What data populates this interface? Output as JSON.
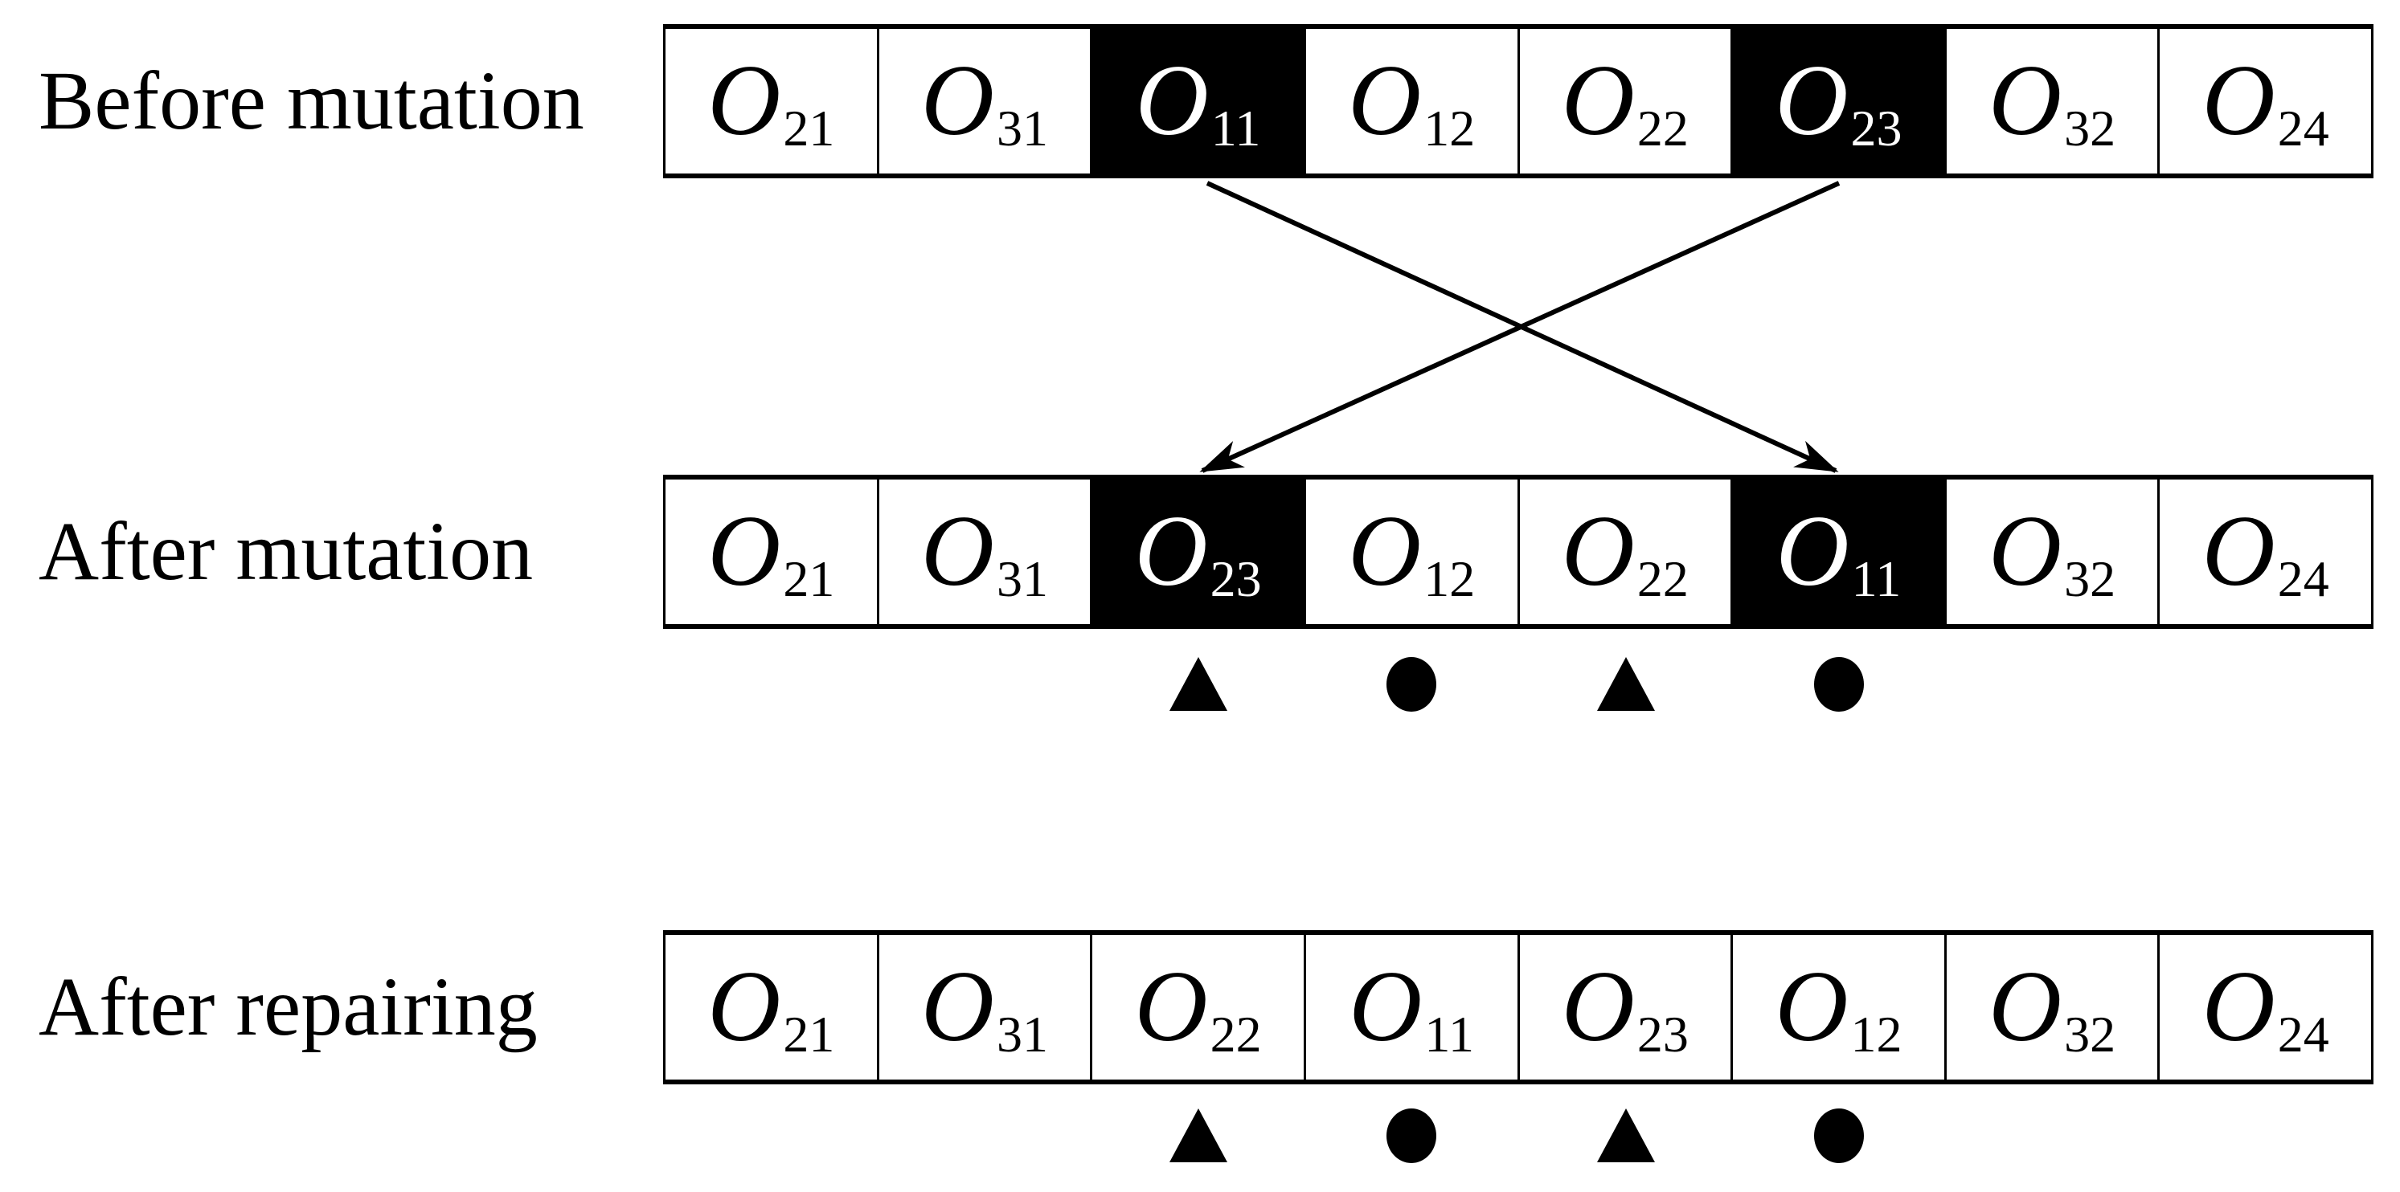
{
  "figure": {
    "background_color": "#ffffff",
    "ink_color": "#000000",
    "highlight_background": "#000000",
    "highlight_text_color": "#ffffff"
  },
  "rows": [
    {
      "label": "Before mutation",
      "cells": [
        {
          "base": "O",
          "sub": "21",
          "highlighted": false
        },
        {
          "base": "O",
          "sub": "31",
          "highlighted": false
        },
        {
          "base": "O",
          "sub": "11",
          "highlighted": true
        },
        {
          "base": "O",
          "sub": "12",
          "highlighted": false
        },
        {
          "base": "O",
          "sub": "22",
          "highlighted": false
        },
        {
          "base": "O",
          "sub": "23",
          "highlighted": true
        },
        {
          "base": "O",
          "sub": "32",
          "highlighted": false
        },
        {
          "base": "O",
          "sub": "24",
          "highlighted": false
        }
      ],
      "markers": []
    },
    {
      "label": "After mutation",
      "cells": [
        {
          "base": "O",
          "sub": "21",
          "highlighted": false
        },
        {
          "base": "O",
          "sub": "31",
          "highlighted": false
        },
        {
          "base": "O",
          "sub": "23",
          "highlighted": true
        },
        {
          "base": "O",
          "sub": "12",
          "highlighted": false
        },
        {
          "base": "O",
          "sub": "22",
          "highlighted": false
        },
        {
          "base": "O",
          "sub": "11",
          "highlighted": true
        },
        {
          "base": "O",
          "sub": "32",
          "highlighted": false
        },
        {
          "base": "O",
          "sub": "24",
          "highlighted": false
        }
      ],
      "markers": [
        "triangle",
        "circle",
        "triangle",
        "circle"
      ]
    },
    {
      "label": "After repairing",
      "cells": [
        {
          "base": "O",
          "sub": "21",
          "highlighted": false
        },
        {
          "base": "O",
          "sub": "31",
          "highlighted": false
        },
        {
          "base": "O",
          "sub": "22",
          "highlighted": false
        },
        {
          "base": "O",
          "sub": "11",
          "highlighted": false
        },
        {
          "base": "O",
          "sub": "23",
          "highlighted": false
        },
        {
          "base": "O",
          "sub": "12",
          "highlighted": false
        },
        {
          "base": "O",
          "sub": "32",
          "highlighted": false
        },
        {
          "base": "O",
          "sub": "24",
          "highlighted": false
        }
      ],
      "markers": [
        "triangle",
        "circle",
        "triangle",
        "circle"
      ]
    }
  ],
  "arrows": [
    {
      "from": {
        "row": 0,
        "cell": 2
      },
      "to": {
        "row": 1,
        "cell": 5
      }
    },
    {
      "from": {
        "row": 0,
        "cell": 5
      },
      "to": {
        "row": 1,
        "cell": 2
      }
    }
  ]
}
